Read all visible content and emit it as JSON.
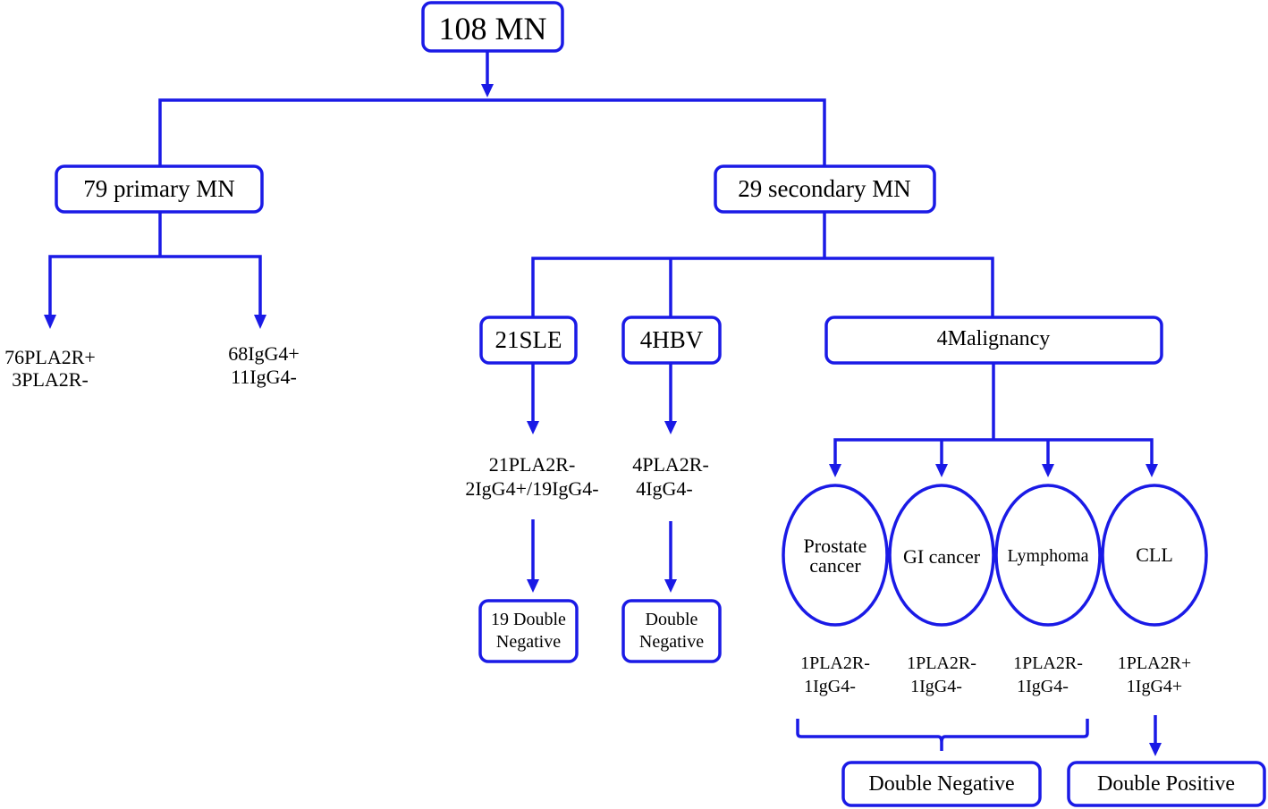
{
  "colors": {
    "line": "#1a1ae6",
    "text": "#000000",
    "background": "#ffffff"
  },
  "root": "108 MN",
  "primary": {
    "label": "79 primary MN",
    "pla2r": [
      "76PLA2R+",
      "3PLA2R-"
    ],
    "igg4": [
      "68IgG4+",
      "11IgG4-"
    ]
  },
  "secondary": {
    "label": "29 secondary MN",
    "sle": {
      "label": "21SLE",
      "result": [
        "21PLA2R-",
        "2IgG4+/19IgG4-"
      ],
      "outcome": [
        "19 Double",
        "Negative"
      ]
    },
    "hbv": {
      "label": "4HBV",
      "result": [
        "4PLA2R-",
        "4IgG4-"
      ],
      "outcome": [
        "Double",
        "Negative"
      ]
    },
    "malignancy": {
      "label": "4Malignancy",
      "types": [
        {
          "label": [
            "Prostate",
            "cancer"
          ],
          "result": [
            "1PLA2R-",
            "1IgG4-"
          ]
        },
        {
          "label": [
            "GI cancer"
          ],
          "result": [
            "1PLA2R-",
            "1IgG4-"
          ]
        },
        {
          "label": [
            "Lymphoma"
          ],
          "result": [
            "1PLA2R-",
            "1IgG4-"
          ]
        },
        {
          "label": [
            "CLL"
          ],
          "result": [
            "1PLA2R+",
            "1IgG4+"
          ]
        }
      ],
      "double_negative": "Double Negative",
      "double_positive": "Double Positive"
    }
  }
}
